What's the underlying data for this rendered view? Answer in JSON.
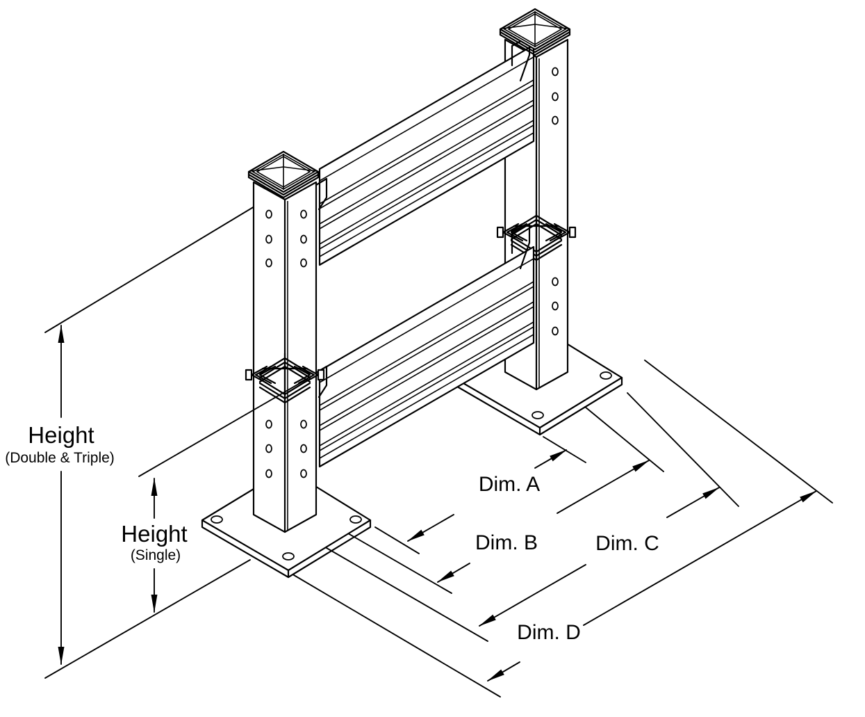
{
  "diagram": {
    "type": "isometric-technical-drawing",
    "subject": "double-high industrial guardrail with two posts, base plates and corrugated rails",
    "background_color": "#ffffff",
    "line_color": "#000000",
    "labels": {
      "height_double_triple": {
        "line1": "Height",
        "line2": "(Double & Triple)"
      },
      "height_single": {
        "line1": "Height",
        "line2": "(Single)"
      },
      "dim_a": "Dim. A",
      "dim_b": "Dim. B",
      "dim_c": "Dim. C",
      "dim_d": "Dim. D"
    }
  }
}
